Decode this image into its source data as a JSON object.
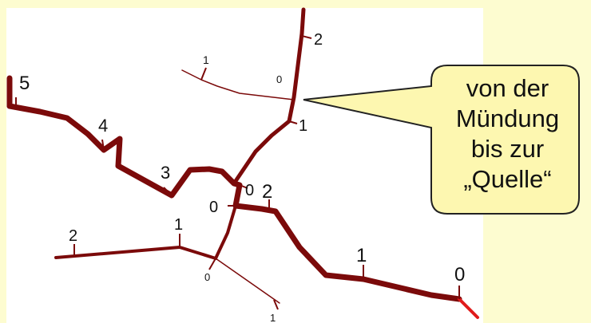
{
  "colors": {
    "background": "#fdfcd0",
    "panel": "#ffffff",
    "river": "#7b0a0a",
    "river_mouth": "#e01b1b",
    "callout_fill": "#fdf7b0",
    "callout_stroke": "#222222"
  },
  "labels": {
    "main_5": "5",
    "main_4": "4",
    "main_3": "3",
    "main_2": "2",
    "main_1": "1",
    "main_0": "0",
    "junction_0": "0",
    "junction_0b": "0",
    "top_branch_2": "2",
    "top_branch_1": "1",
    "top_branch_0": "0",
    "thin_branch_1": "1",
    "left_branch_2": "2",
    "left_branch_1": "1",
    "left_branch_0": "0",
    "bottom_branch_1": "1"
  },
  "callout": {
    "line1": "von der",
    "line2": "Mündung",
    "line3": "bis zur",
    "line4": "„Quelle“"
  }
}
